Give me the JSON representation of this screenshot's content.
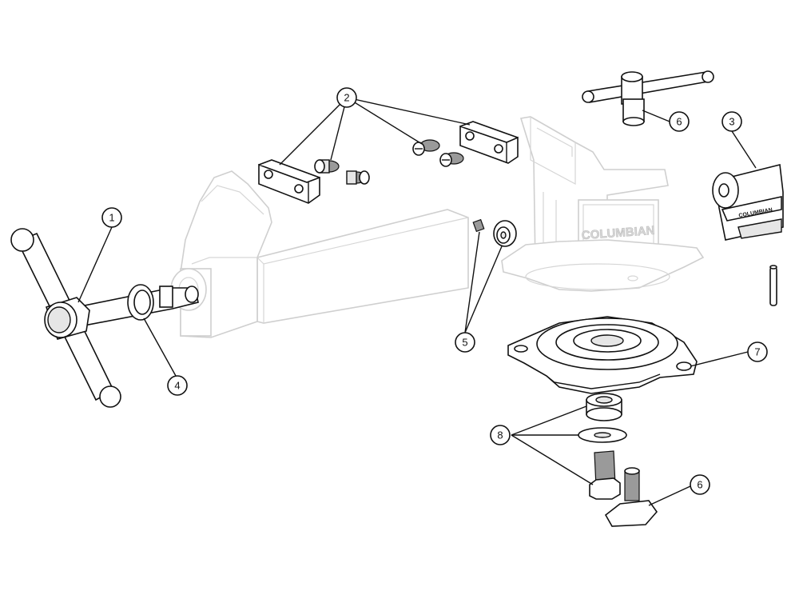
{
  "brand_text": "COLUMBIAN",
  "callouts": {
    "c1": "1",
    "c2": "2",
    "c3": "3",
    "c4": "4",
    "c5": "5",
    "c6a": "6",
    "c6b": "6",
    "c7": "7",
    "c8": "8"
  }
}
